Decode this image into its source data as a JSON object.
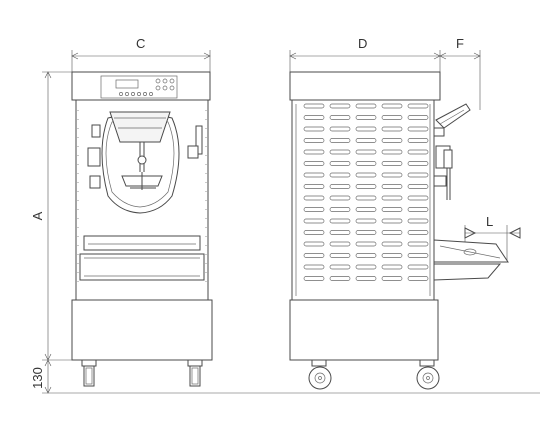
{
  "dimensions": {
    "a": "A",
    "c": "C",
    "d": "D",
    "f": "F",
    "l": "L",
    "base_height": "130"
  },
  "colors": {
    "line": "#4a4a4a",
    "background": "#ffffff"
  }
}
